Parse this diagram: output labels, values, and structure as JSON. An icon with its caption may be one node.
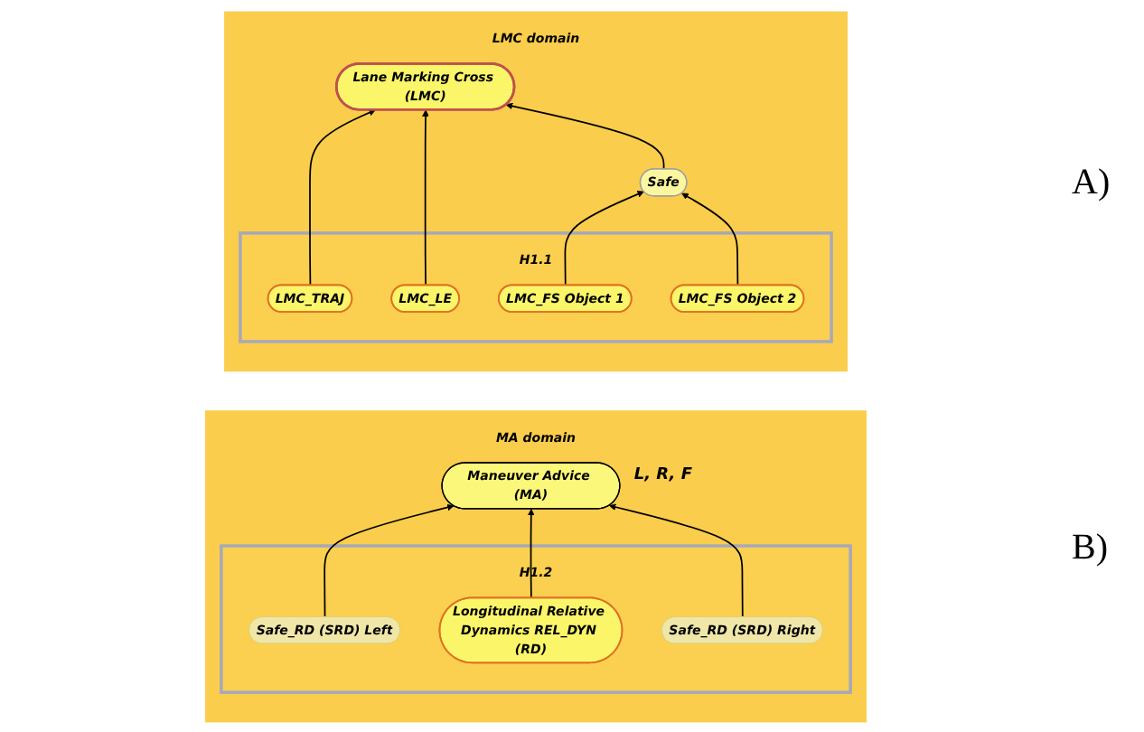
{
  "diagram": {
    "nodes": [
      {
        "text": [
          "LMC domain"
        ]
      },
      {
        "text": [
          "Lane Marking Cross (LMC)"
        ],
        "in": 0
      },
      {
        "text": [
          "Safe"
        ],
        "in": 0
      },
      {
        "text": [
          "H1.1"
        ],
        "in": 0
      },
      {
        "text": [
          "LMC_TRAJ"
        ],
        "in": 3
      },
      {
        "text": [
          "LMC_LE"
        ],
        "in": 3
      },
      {
        "text": [
          "LMC_FS Object 1"
        ],
        "in": 3
      },
      {
        "text": [
          "LMC_FS Object 2"
        ],
        "in": 3
      },
      {
        "text": [
          "MA domain"
        ]
      },
      {
        "text": [
          "Maneuver Advice (MA)"
        ],
        "in": 8,
        "beside": [
          "L, R, F"
        ]
      },
      {
        "text": [
          "H1.2"
        ],
        "in": 8
      },
      {
        "text": [
          "Safe_RD (SRD) Left"
        ],
        "in": 10
      },
      {
        "text": [
          "Longitudinal Relative Dynamics REL_DYN (RD)"
        ],
        "in": 10
      },
      {
        "text": [
          "Safe_RD (SRD) Right"
        ],
        "in": 10
      }
    ],
    "edges": [
      {
        "from": 4,
        "to": 1,
        "arrow": "to"
      },
      {
        "from": 5,
        "to": 1,
        "arrow": "to"
      },
      {
        "from": 2,
        "to": 1,
        "arrow": "to"
      },
      {
        "from": 6,
        "to": 2,
        "arrow": "to"
      },
      {
        "from": 7,
        "to": 2,
        "arrow": "to"
      },
      {
        "from": 11,
        "to": 9,
        "arrow": "to"
      },
      {
        "from": 12,
        "to": 9,
        "arrow": "to"
      },
      {
        "from": 13,
        "to": 9,
        "arrow": "to"
      }
    ],
    "labels": [
      "A)",
      "B)"
    ]
  }
}
